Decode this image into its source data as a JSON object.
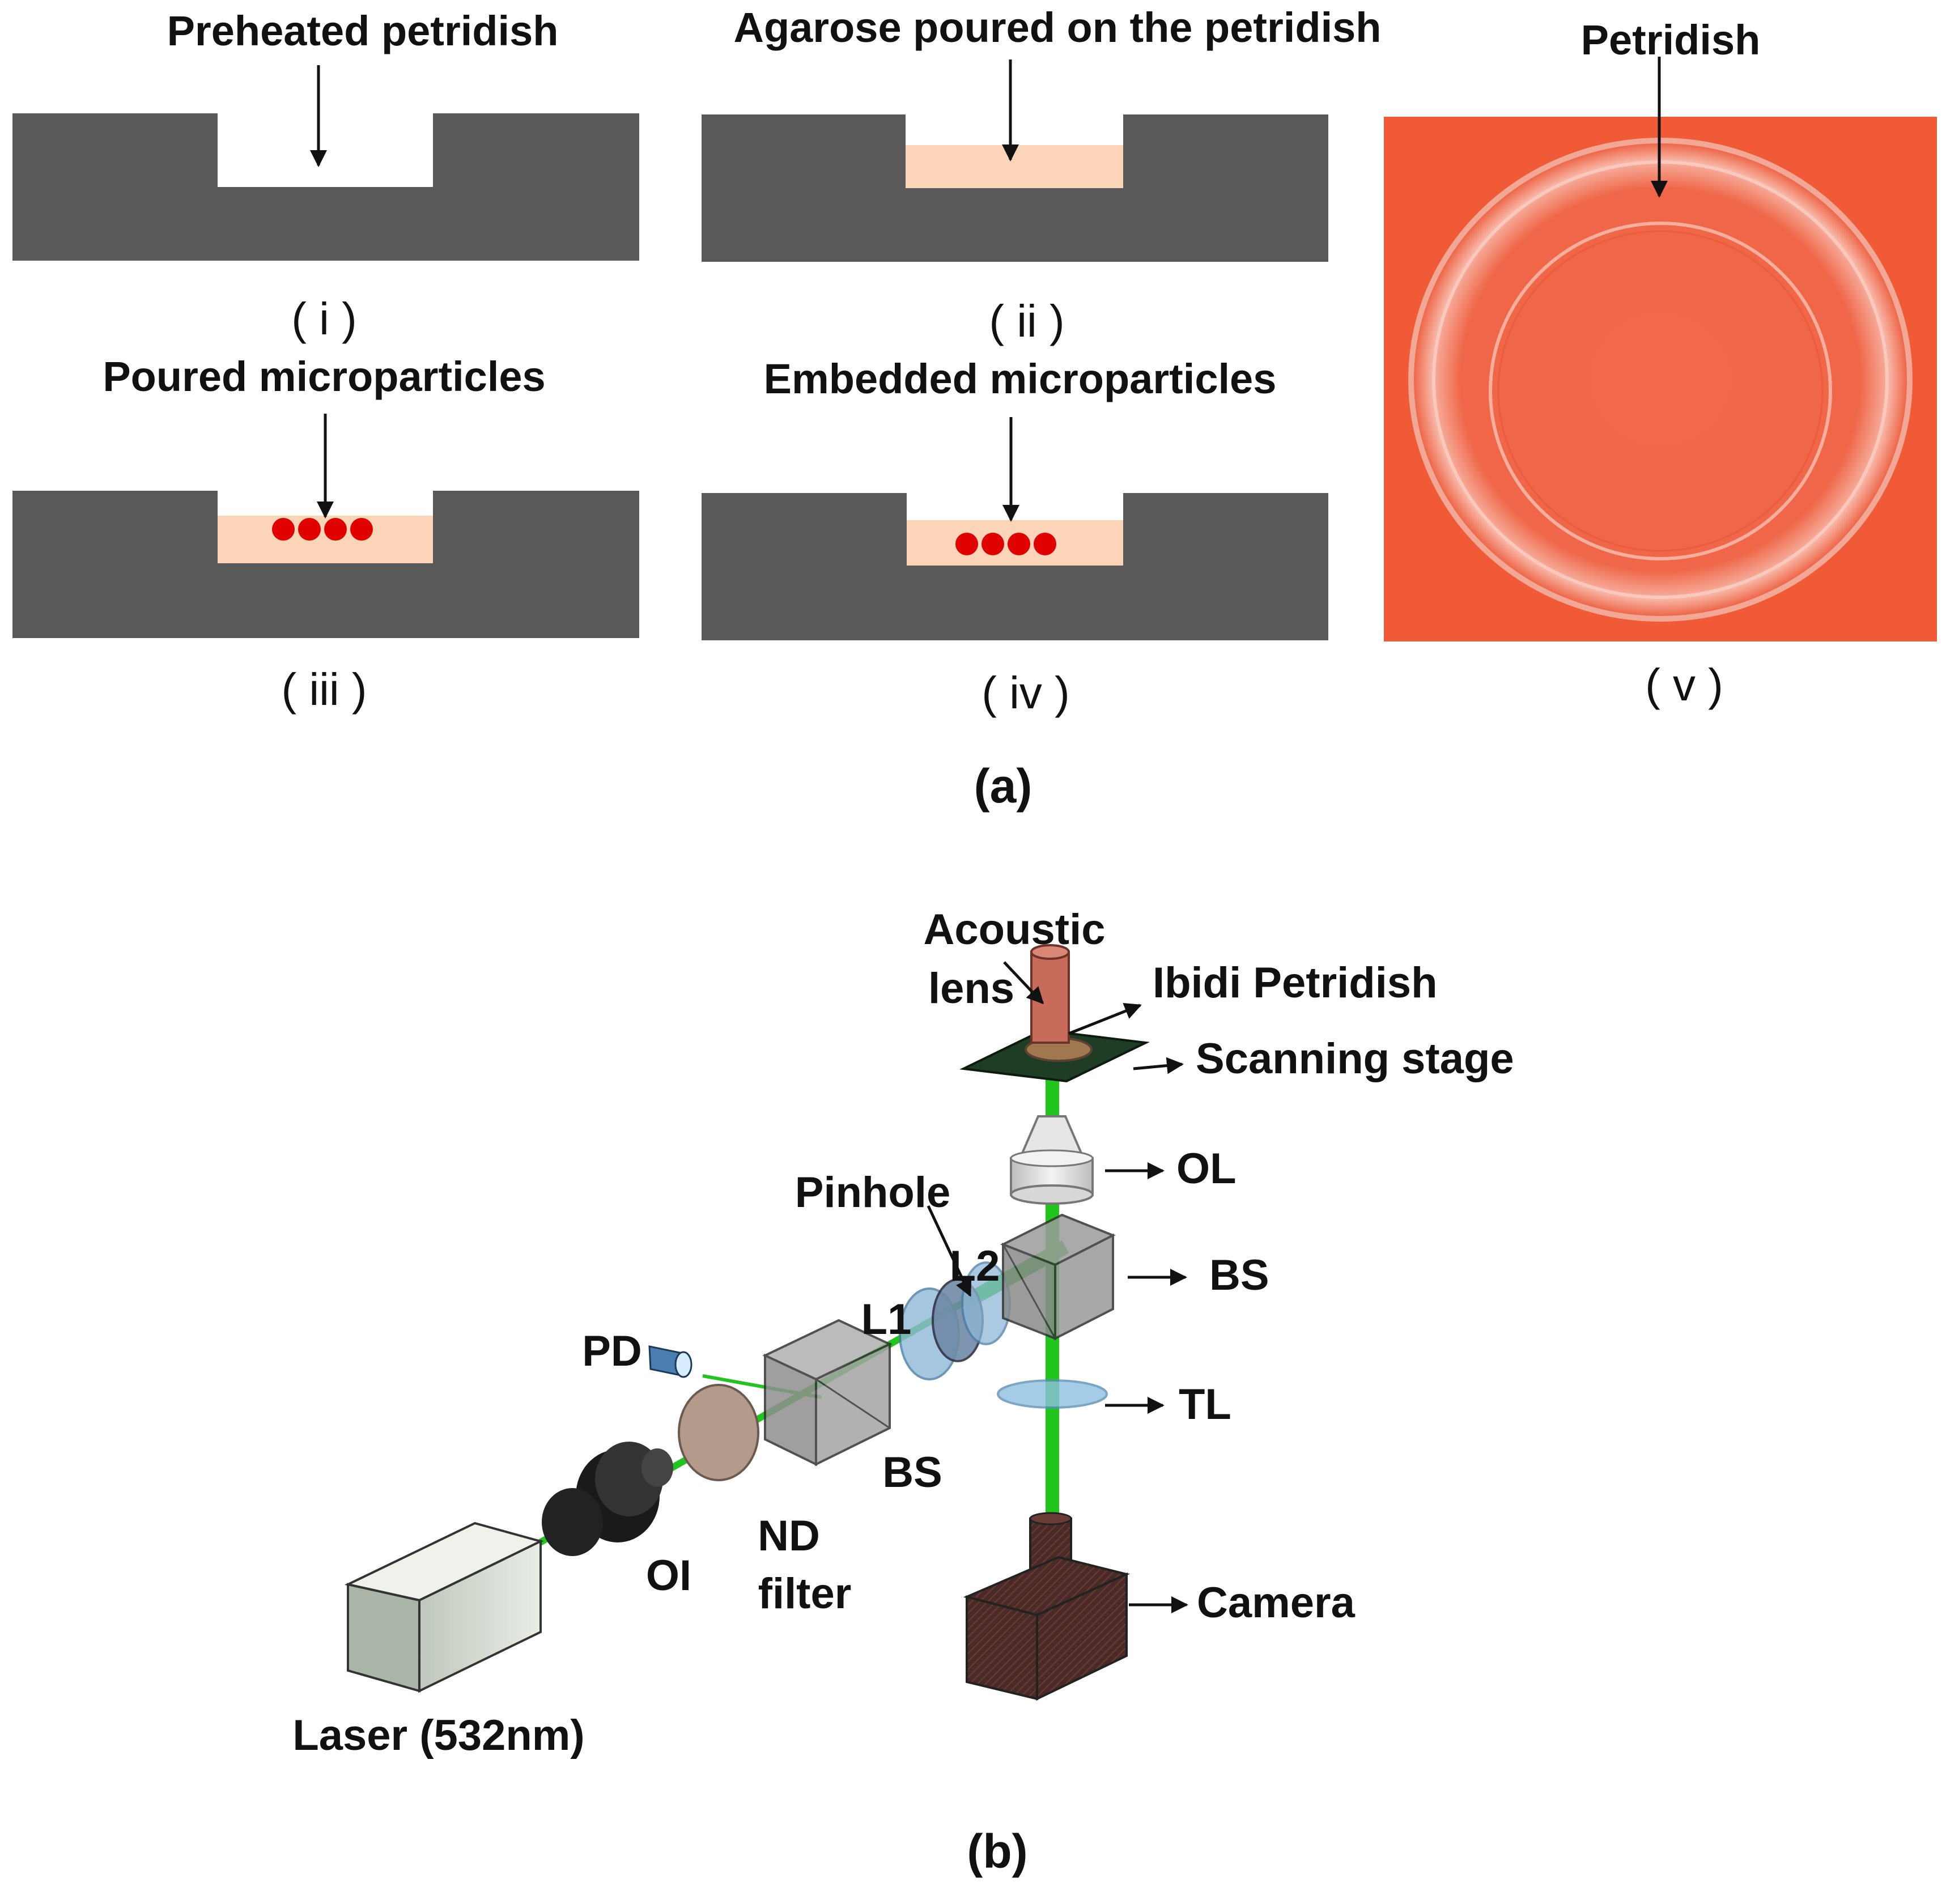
{
  "panel_a": {
    "steps": [
      {
        "caption": "Preheated petridish",
        "index": "( i )"
      },
      {
        "caption": "Agarose poured on the petridish",
        "index": "( ii )"
      },
      {
        "caption": "Poured microparticles",
        "index": "( iii )"
      },
      {
        "caption": "Embedded microparticles",
        "index": "( iv )"
      }
    ],
    "photo": {
      "caption": "Petridish",
      "index": "( v )"
    },
    "panel_label": "(a)"
  },
  "panel_b": {
    "labels": {
      "acoustic_lens": [
        "Acoustic",
        "lens"
      ],
      "ibidi_petridish": "Ibidi Petridish",
      "scanning_stage": "Scanning stage",
      "ol": "OL",
      "pinhole": "Pinhole",
      "l2": "L2",
      "l1": "L1",
      "bs_right": "BS",
      "pd": "PD",
      "tl": "TL",
      "bs_lower": "BS",
      "nd_filter": [
        "ND",
        "filter"
      ],
      "oi": "OI",
      "camera": "Camera",
      "laser": "Laser (532nm)"
    },
    "panel_label": "(b)"
  },
  "colors": {
    "dish_gray": "#595959",
    "agarose": "#fcd5b9",
    "particle": "#e00000",
    "photo_bg": "#f05a36",
    "beam": "#22c41e",
    "camera": "#4a2a26",
    "stage": "#1f3d24",
    "acoustic_lens": "#c96b5b"
  }
}
